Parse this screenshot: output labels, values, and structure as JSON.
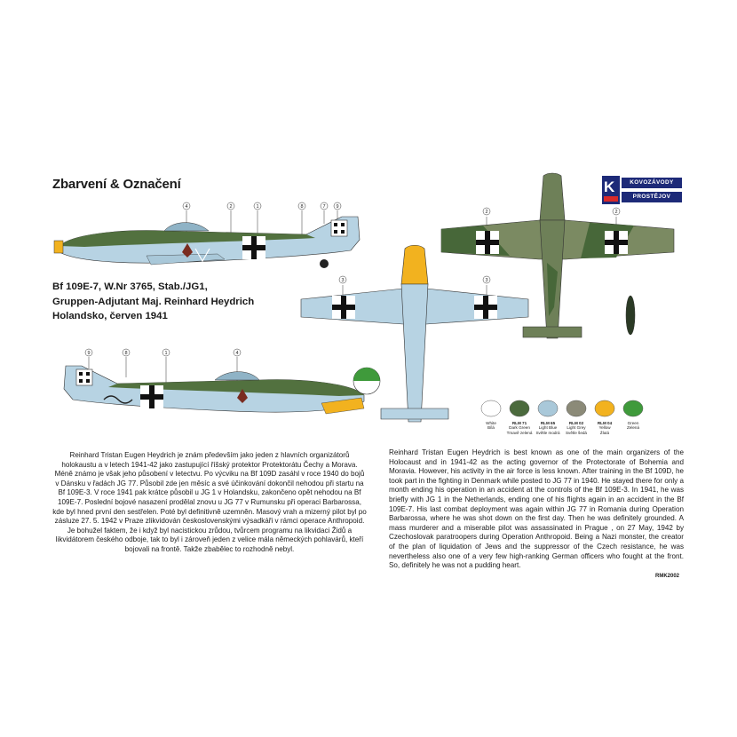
{
  "title": "Zbarvení & Označení",
  "caption_lines": [
    "Bf 109E-7, W.Nr 3765, Stab./JG1,",
    "Gruppen-Adjutant Maj. Reinhard Heydrich",
    "Holandsko, červen 1941"
  ],
  "logo": {
    "top": "KOVOZÁVODY",
    "bottom": "PROSTĚJOV",
    "letter": "K"
  },
  "callouts": {
    "top_side": [
      "4",
      "2",
      "1",
      "8",
      "7",
      "9"
    ],
    "bottom_side": [
      "9",
      "8",
      "1",
      "4"
    ],
    "underside": [
      "3",
      "3"
    ],
    "top_view": [
      "2",
      "2"
    ]
  },
  "colors": [
    {
      "code": "",
      "name": "White",
      "name_cz": "Bílá",
      "hex": "#ffffff"
    },
    {
      "code": "RLM 71",
      "name": "Dark Green",
      "name_cz": "Tmavě zelená",
      "hex": "#4b6a3d"
    },
    {
      "code": "RLM 65",
      "name": "Light Blue",
      "name_cz": "Světle modrá",
      "hex": "#a9c8d9"
    },
    {
      "code": "RLM 02",
      "name": "Light Grey",
      "name_cz": "Světle šedá",
      "hex": "#8b8a78"
    },
    {
      "code": "RLM 04",
      "name": "Yellow",
      "name_cz": "Žlutá",
      "hex": "#f2b21f"
    },
    {
      "code": "",
      "name": "Green",
      "name_cz": "Zelená",
      "hex": "#3f9a3b"
    }
  ],
  "text_cz": "Reinhard Tristan Eugen Heydrich je znám především jako jeden z hlavních organizátorů holokaustu a v letech 1941-42 jako zastupující říšský protektor Protektorátu Čechy a Morava. Méně známo je však jeho působení v letectvu. Po výcviku na Bf 109D zasáhl v roce 1940 do bojů v Dánsku v řadách JG 77. Působil zde jen měsíc a své účinkování dokončil nehodou při startu na Bf 109E-3. V roce 1941 pak krátce působil u JG 1 v Holandsku, zakončeno opět nehodou na Bf 109E-7. Poslední bojové nasazení prodělal znovu u JG 77 v Rumunsku při operaci Barbarossa, kde byl hned první den sestřelen. Poté byl definitivně uzemněn. Masový vrah a mizerný pilot byl po zásluze 27. 5. 1942 v Praze zlikvidován československými výsadkáři v rámci operace Anthropoid. Je bohužel faktem, že i když byl nacistickou zrůdou, tvůrcem programu na likvidaci Židů a likvidátorem českého odboje, tak to byl i zároveň jeden z velice mála německých pohlavárů, kteří bojovali na frontě. Takže zbabělec to rozhodně nebyl.",
  "text_en": "Reinhard Tristan Eugen Heydrich is best known as one of the main organizers of the Holocaust and in 1941-42 as the acting governor of the Protectorate of Bohemia and Moravia. However, his activity in the air force is less known. After training in the Bf 109D, he took part in the fighting in Denmark while posted to JG 77 in 1940. He stayed there for only a month ending his operation in an accident at the controls of the Bf 109E-3. In 1941, he was briefly with JG 1 in the Netherlands, ending one of his flights again in an accident in the Bf 109E-7. His last combat deployment was again within JG 77 in Romania during Operation Barbarossa, where he was shot down on the first day. Then he was definitely grounded. A mass murderer and a miserable pilot was assassinated in Prague , on 27 May, 1942 by Czechoslovak paratroopers during Operation Anthropoid. Being a Nazi monster, the creator of the plan of liquidation of Jews and the suppressor of the Czech resistance, he was nevertheless also one of a very few high-ranking German officers who fought at the front. So, definitely he was not a pudding heart.",
  "code": "RMK2002"
}
